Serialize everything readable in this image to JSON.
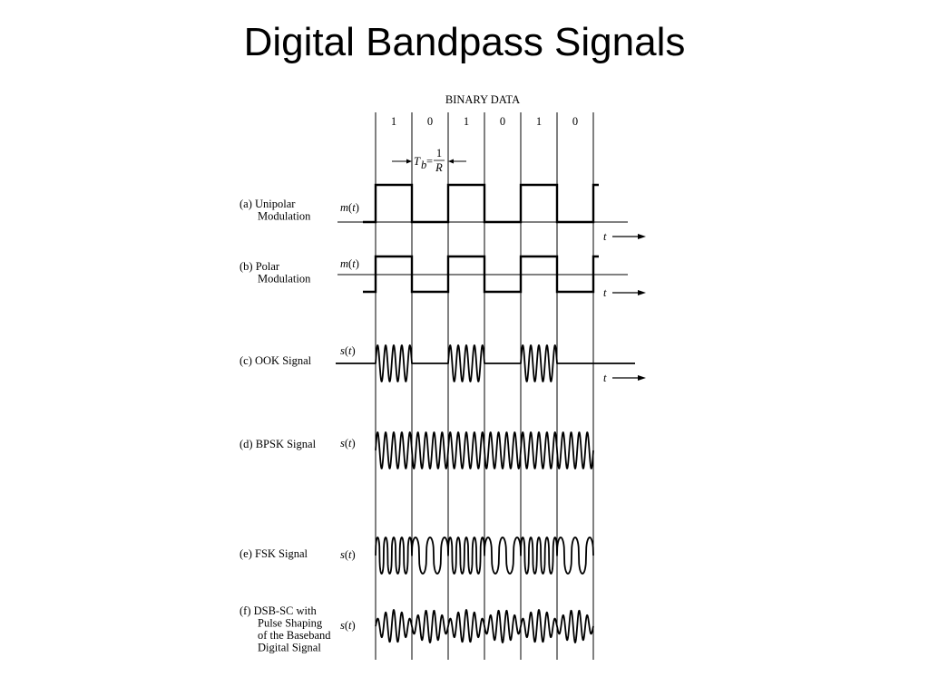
{
  "slide": {
    "title": "Digital Bandpass Signals"
  },
  "figure": {
    "header": "BINARY DATA",
    "bits": [
      1,
      0,
      1,
      0,
      1,
      0
    ],
    "tb_label": {
      "symbol": "T",
      "subscript": "b",
      "equals": "=",
      "numerator": "1",
      "denominator": "R"
    },
    "time_label": "t",
    "rows": [
      {
        "id": "a",
        "label_lines": [
          "(a)  Unipolar",
          "Modulation"
        ],
        "signal_name": "m",
        "signal_arg": "t",
        "kind": "unipolar",
        "time_axis": true
      },
      {
        "id": "b",
        "label_lines": [
          "(b)  Polar",
          "Modulation"
        ],
        "signal_name": "m",
        "signal_arg": "t",
        "kind": "polar",
        "time_axis": true
      },
      {
        "id": "c",
        "label_lines": [
          "(c) OOK Signal"
        ],
        "signal_name": "s",
        "signal_arg": "t",
        "kind": "ook",
        "time_axis": true
      },
      {
        "id": "d",
        "label_lines": [
          "(d) BPSK Signal"
        ],
        "signal_name": "s",
        "signal_arg": "t",
        "kind": "bpsk",
        "time_axis": false
      },
      {
        "id": "e",
        "label_lines": [
          "(e) FSK Signal"
        ],
        "signal_name": "s",
        "signal_arg": "t",
        "kind": "fsk",
        "time_axis": false
      },
      {
        "id": "f",
        "label_lines": [
          "(f) DSB-SC with",
          "Pulse Shaping",
          "of the Baseband",
          "Digital Signal"
        ],
        "signal_name": "s",
        "signal_arg": "t",
        "kind": "dsbsc",
        "time_axis": false
      }
    ]
  }
}
